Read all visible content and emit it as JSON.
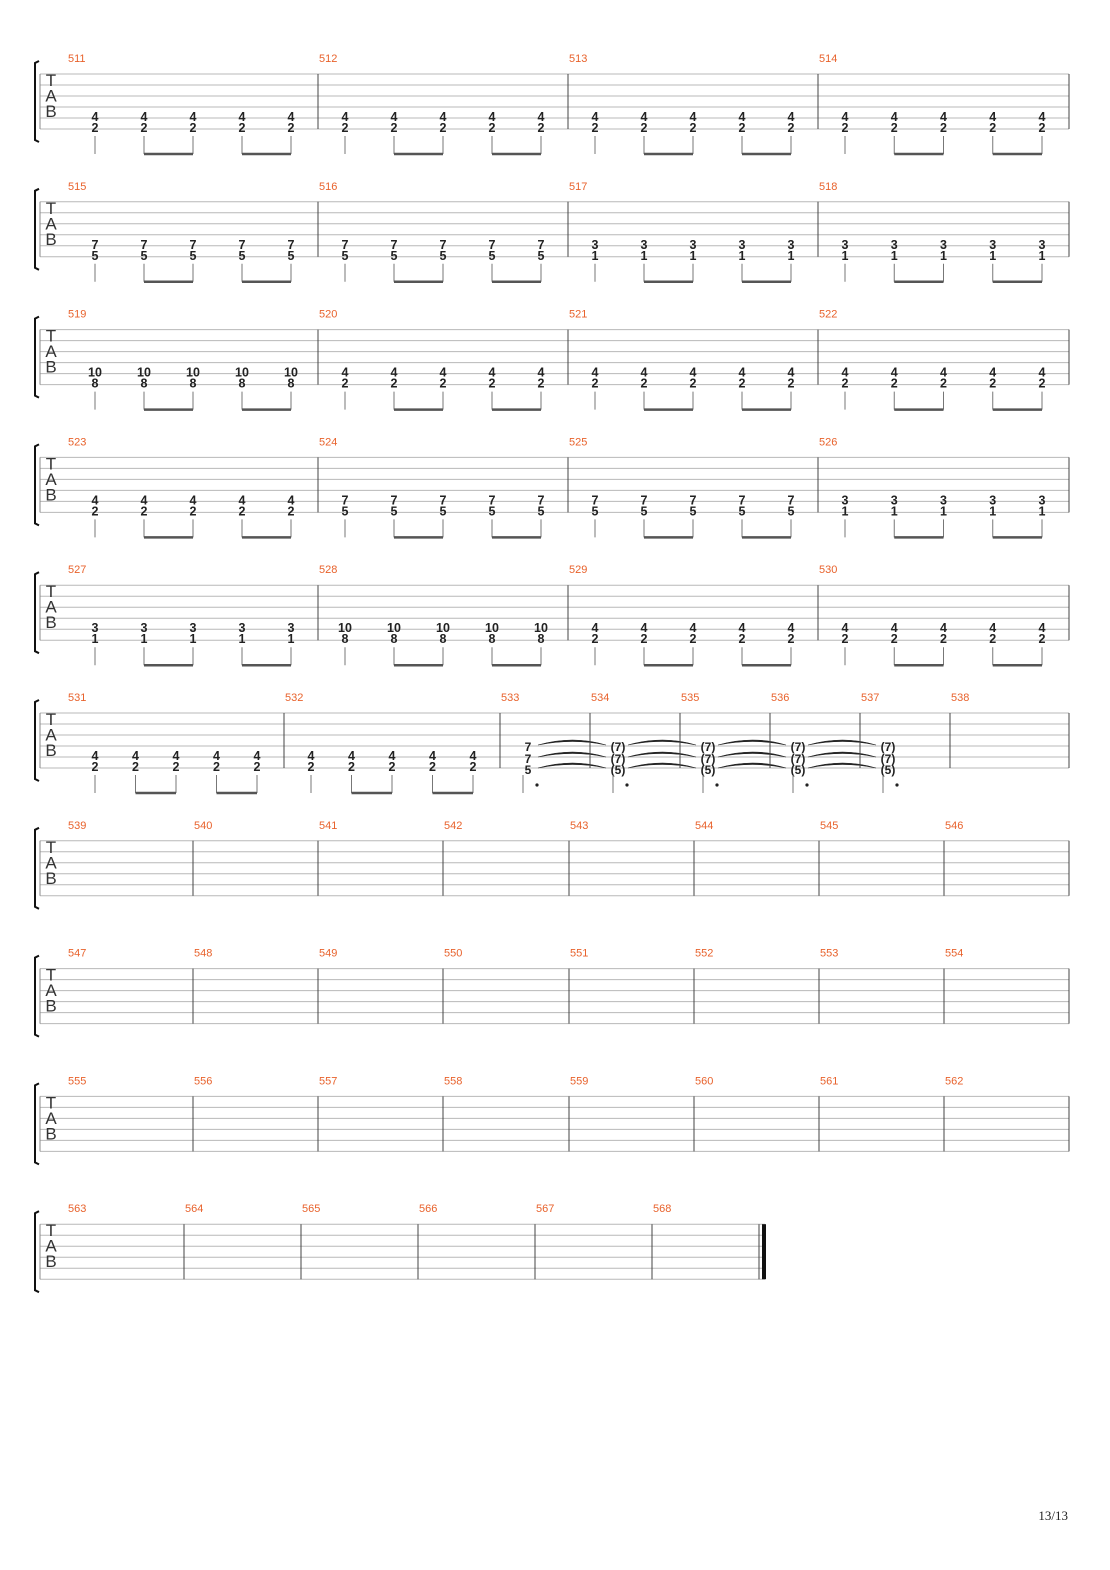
{
  "tab_clef": [
    "T",
    "A",
    "B"
  ],
  "page_number": "13/13",
  "accent_color": "#e8622c",
  "systems": [
    {
      "measures": [
        {
          "n": "511",
          "beats": [
            [
              "4",
              "2"
            ],
            [
              "4",
              "2"
            ],
            [
              "4",
              "2"
            ],
            [
              "4",
              "2"
            ],
            [
              "4",
              "2"
            ]
          ]
        },
        {
          "n": "512",
          "beats": [
            [
              "4",
              "2"
            ],
            [
              "4",
              "2"
            ],
            [
              "4",
              "2"
            ],
            [
              "4",
              "2"
            ],
            [
              "4",
              "2"
            ]
          ]
        },
        {
          "n": "513",
          "beats": [
            [
              "4",
              "2"
            ],
            [
              "4",
              "2"
            ],
            [
              "4",
              "2"
            ],
            [
              "4",
              "2"
            ],
            [
              "4",
              "2"
            ]
          ]
        },
        {
          "n": "514",
          "beats": [
            [
              "4",
              "2"
            ],
            [
              "4",
              "2"
            ],
            [
              "4",
              "2"
            ],
            [
              "4",
              "2"
            ],
            [
              "4",
              "2"
            ]
          ]
        }
      ]
    },
    {
      "measures": [
        {
          "n": "515",
          "beats": [
            [
              "7",
              "5"
            ],
            [
              "7",
              "5"
            ],
            [
              "7",
              "5"
            ],
            [
              "7",
              "5"
            ],
            [
              "7",
              "5"
            ]
          ]
        },
        {
          "n": "516",
          "beats": [
            [
              "7",
              "5"
            ],
            [
              "7",
              "5"
            ],
            [
              "7",
              "5"
            ],
            [
              "7",
              "5"
            ],
            [
              "7",
              "5"
            ]
          ]
        },
        {
          "n": "517",
          "beats": [
            [
              "3",
              "1"
            ],
            [
              "3",
              "1"
            ],
            [
              "3",
              "1"
            ],
            [
              "3",
              "1"
            ],
            [
              "3",
              "1"
            ]
          ]
        },
        {
          "n": "518",
          "beats": [
            [
              "3",
              "1"
            ],
            [
              "3",
              "1"
            ],
            [
              "3",
              "1"
            ],
            [
              "3",
              "1"
            ],
            [
              "3",
              "1"
            ]
          ]
        }
      ]
    },
    {
      "measures": [
        {
          "n": "519",
          "beats": [
            [
              "10",
              "8"
            ],
            [
              "10",
              "8"
            ],
            [
              "10",
              "8"
            ],
            [
              "10",
              "8"
            ],
            [
              "10",
              "8"
            ]
          ]
        },
        {
          "n": "520",
          "beats": [
            [
              "4",
              "2"
            ],
            [
              "4",
              "2"
            ],
            [
              "4",
              "2"
            ],
            [
              "4",
              "2"
            ],
            [
              "4",
              "2"
            ]
          ]
        },
        {
          "n": "521",
          "beats": [
            [
              "4",
              "2"
            ],
            [
              "4",
              "2"
            ],
            [
              "4",
              "2"
            ],
            [
              "4",
              "2"
            ],
            [
              "4",
              "2"
            ]
          ]
        },
        {
          "n": "522",
          "beats": [
            [
              "4",
              "2"
            ],
            [
              "4",
              "2"
            ],
            [
              "4",
              "2"
            ],
            [
              "4",
              "2"
            ],
            [
              "4",
              "2"
            ]
          ]
        }
      ]
    },
    {
      "measures": [
        {
          "n": "523",
          "beats": [
            [
              "4",
              "2"
            ],
            [
              "4",
              "2"
            ],
            [
              "4",
              "2"
            ],
            [
              "4",
              "2"
            ],
            [
              "4",
              "2"
            ]
          ]
        },
        {
          "n": "524",
          "beats": [
            [
              "7",
              "5"
            ],
            [
              "7",
              "5"
            ],
            [
              "7",
              "5"
            ],
            [
              "7",
              "5"
            ],
            [
              "7",
              "5"
            ]
          ]
        },
        {
          "n": "525",
          "beats": [
            [
              "7",
              "5"
            ],
            [
              "7",
              "5"
            ],
            [
              "7",
              "5"
            ],
            [
              "7",
              "5"
            ],
            [
              "7",
              "5"
            ]
          ]
        },
        {
          "n": "526",
          "beats": [
            [
              "3",
              "1"
            ],
            [
              "3",
              "1"
            ],
            [
              "3",
              "1"
            ],
            [
              "3",
              "1"
            ],
            [
              "3",
              "1"
            ]
          ]
        }
      ]
    },
    {
      "measures": [
        {
          "n": "527",
          "beats": [
            [
              "3",
              "1"
            ],
            [
              "3",
              "1"
            ],
            [
              "3",
              "1"
            ],
            [
              "3",
              "1"
            ],
            [
              "3",
              "1"
            ]
          ]
        },
        {
          "n": "528",
          "beats": [
            [
              "10",
              "8"
            ],
            [
              "10",
              "8"
            ],
            [
              "10",
              "8"
            ],
            [
              "10",
              "8"
            ],
            [
              "10",
              "8"
            ]
          ]
        },
        {
          "n": "529",
          "beats": [
            [
              "4",
              "2"
            ],
            [
              "4",
              "2"
            ],
            [
              "4",
              "2"
            ],
            [
              "4",
              "2"
            ],
            [
              "4",
              "2"
            ]
          ]
        },
        {
          "n": "530",
          "beats": [
            [
              "4",
              "2"
            ],
            [
              "4",
              "2"
            ],
            [
              "4",
              "2"
            ],
            [
              "4",
              "2"
            ],
            [
              "4",
              "2"
            ]
          ]
        }
      ]
    },
    {
      "measures": [
        {
          "n": "531",
          "beats": [
            [
              "4",
              "2"
            ],
            [
              "4",
              "2"
            ],
            [
              "4",
              "2"
            ],
            [
              "4",
              "2"
            ],
            [
              "4",
              "2"
            ]
          ]
        },
        {
          "n": "532",
          "beats": [
            [
              "4",
              "2"
            ],
            [
              "4",
              "2"
            ],
            [
              "4",
              "2"
            ],
            [
              "4",
              "2"
            ],
            [
              "4",
              "2"
            ]
          ]
        },
        {
          "n": "533",
          "chord": [
            "7",
            "7",
            "5"
          ]
        },
        {
          "n": "534",
          "chord": [
            "(7)",
            "(7)",
            "(5)"
          ]
        },
        {
          "n": "535",
          "chord": [
            "(7)",
            "(7)",
            "(5)"
          ]
        },
        {
          "n": "536",
          "chord": [
            "(7)",
            "(7)",
            "(5)"
          ]
        },
        {
          "n": "537",
          "chord": [
            "(7)",
            "(7)",
            "(5)"
          ]
        },
        {
          "n": "538"
        }
      ]
    },
    {
      "measures": [
        {
          "n": "539"
        },
        {
          "n": "540"
        },
        {
          "n": "541"
        },
        {
          "n": "542"
        },
        {
          "n": "543"
        },
        {
          "n": "544"
        },
        {
          "n": "545"
        },
        {
          "n": "546"
        }
      ]
    },
    {
      "measures": [
        {
          "n": "547"
        },
        {
          "n": "548"
        },
        {
          "n": "549"
        },
        {
          "n": "550"
        },
        {
          "n": "551"
        },
        {
          "n": "552"
        },
        {
          "n": "553"
        },
        {
          "n": "554"
        }
      ]
    },
    {
      "measures": [
        {
          "n": "555"
        },
        {
          "n": "556"
        },
        {
          "n": "557"
        },
        {
          "n": "558"
        },
        {
          "n": "559"
        },
        {
          "n": "560"
        },
        {
          "n": "561"
        },
        {
          "n": "562"
        }
      ]
    },
    {
      "measures": [
        {
          "n": "563"
        },
        {
          "n": "564"
        },
        {
          "n": "565"
        },
        {
          "n": "566"
        },
        {
          "n": "567"
        },
        {
          "n": "568"
        }
      ],
      "final": true
    }
  ]
}
